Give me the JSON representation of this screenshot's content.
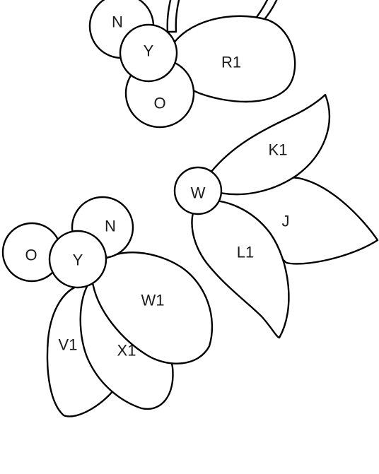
{
  "colors": {
    "stroke": "#000000",
    "fill": "#ffffff",
    "text": "#1a1a1a"
  },
  "groups": [
    {
      "id": "top",
      "labels": {
        "n": "N",
        "y": "Y",
        "r1": "R1",
        "o": "O"
      }
    },
    {
      "id": "right",
      "labels": {
        "k1": "K1",
        "w": "W",
        "j": "J",
        "l1": "L1"
      }
    },
    {
      "id": "left",
      "labels": {
        "o": "O",
        "n": "N",
        "y": "Y",
        "w1": "W1",
        "v1": "V1",
        "x1": "X1"
      }
    }
  ]
}
